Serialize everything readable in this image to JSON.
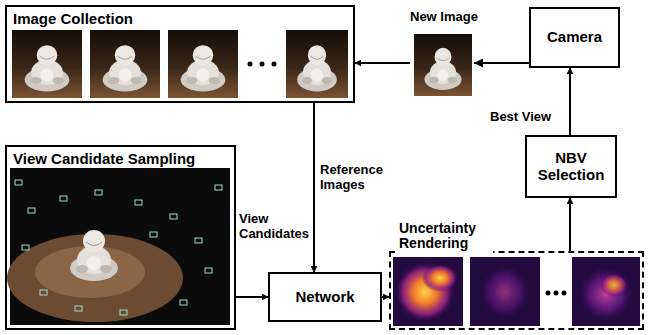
{
  "diagram": {
    "nodes": [
      {
        "text": [
          "Image Collection"
        ]
      },
      {
        "text": [
          "Camera"
        ]
      },
      {
        "text": [
          "View Candidate Sampling"
        ]
      },
      {
        "text": [
          "NBV Selection"
        ]
      },
      {
        "text": [
          "Network"
        ]
      },
      {
        "text": [
          "Uncertainty Rendering"
        ]
      }
    ],
    "edges": [
      {
        "from": 1,
        "to": 0,
        "arrow": "to"
      },
      {
        "from": 0,
        "to": 4,
        "arrow": "to",
        "label": "Reference Images"
      },
      {
        "from": 2,
        "to": 4,
        "arrow": "to",
        "label": "View Candidates"
      },
      {
        "from": 4,
        "to": 5,
        "arrow": "to"
      },
      {
        "from": 5,
        "to": 3,
        "arrow": "to"
      },
      {
        "from": 3,
        "to": 1,
        "arrow": "to",
        "label": "Best View"
      }
    ],
    "labels": [
      "New Image"
    ]
  }
}
